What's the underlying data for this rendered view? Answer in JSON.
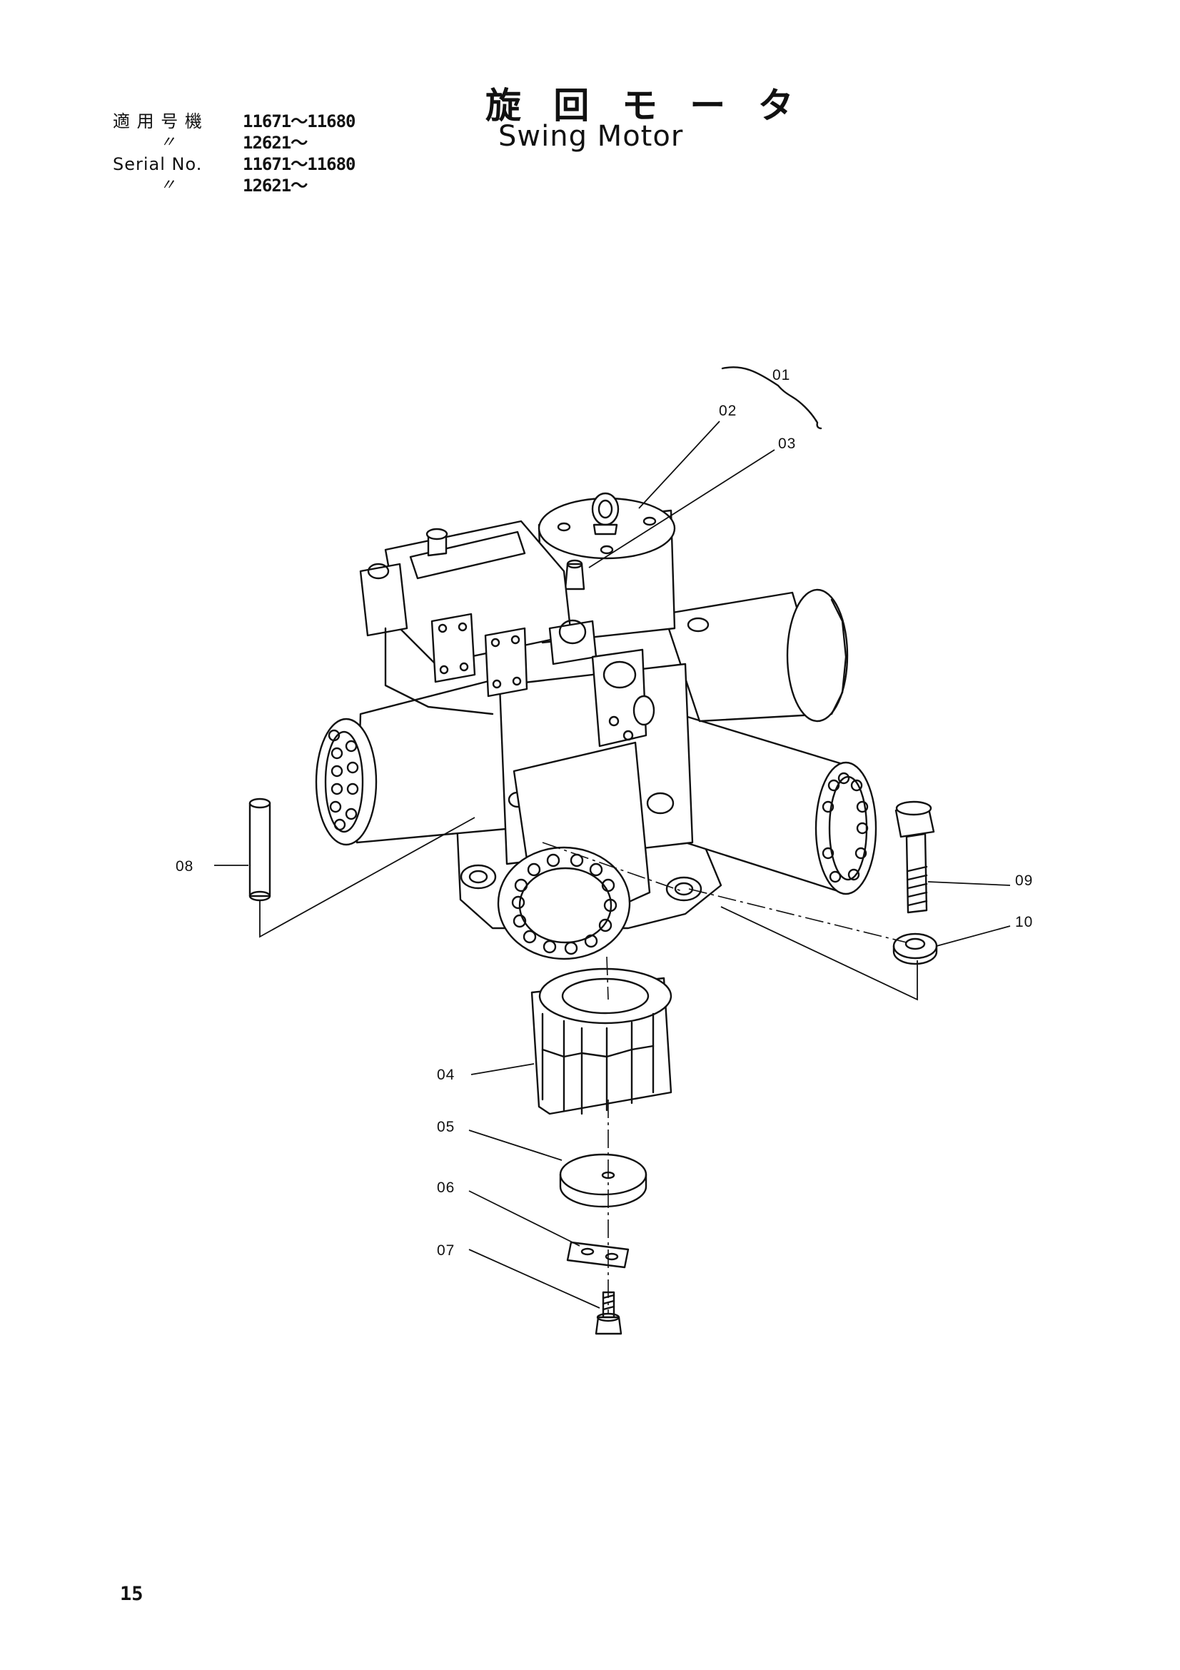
{
  "header": {
    "title_jp": "旋 回 モ ー タ",
    "title_en": "Swing Motor",
    "serial_rows": [
      {
        "label": "適 用 号 機",
        "value": "11671～11680"
      },
      {
        "label": "〃",
        "value": "12621～"
      },
      {
        "label": "Serial No.",
        "value": "11671～11680"
      },
      {
        "label": "〃",
        "value": "12621～"
      }
    ]
  },
  "callouts": {
    "c01": "01",
    "c02": "02",
    "c03": "03",
    "c04": "04",
    "c05": "05",
    "c06": "06",
    "c07": "07",
    "c08": "08",
    "c09": "09",
    "c10": "10"
  },
  "footer": {
    "page_number": "15"
  }
}
